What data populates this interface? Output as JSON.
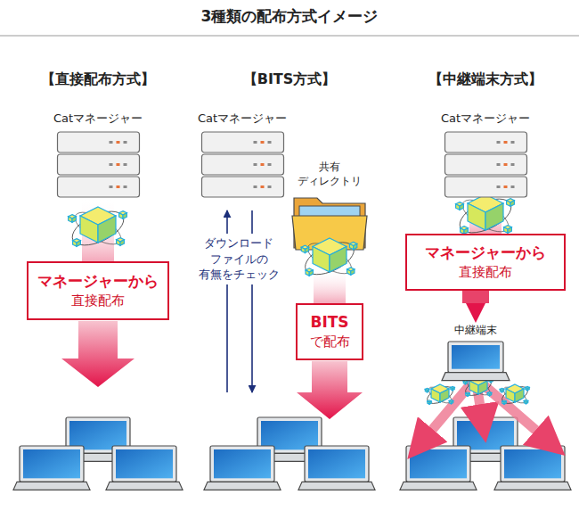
{
  "diagram": {
    "title": "3種類の配布方式イメージ",
    "nodes": [
      {
        "text": [
          "Catマネージャー"
        ]
      },
      {
        "text": [
          "マネージャーから",
          "直接配布"
        ]
      },
      {
        "text": [
          "Catマネージャー"
        ]
      },
      {
        "text": [
          "共有 ディレクトリ"
        ]
      },
      {
        "text": [
          "BITS",
          "で配布"
        ]
      },
      {
        "text": [
          "Catマネージャー"
        ]
      },
      {
        "text": [
          "マネージャーから",
          "直接配布"
        ]
      },
      {
        "text": [
          "中継端末"
        ]
      }
    ],
    "edges": [
      {
        "from": 6,
        "to": 7,
        "arrow": "to"
      }
    ],
    "labels": [
      "【直接配布方式】",
      "【BITS方式】",
      "【中継端末方式】",
      "ダウンロード ファイルの 有無をチェック"
    ]
  }
}
